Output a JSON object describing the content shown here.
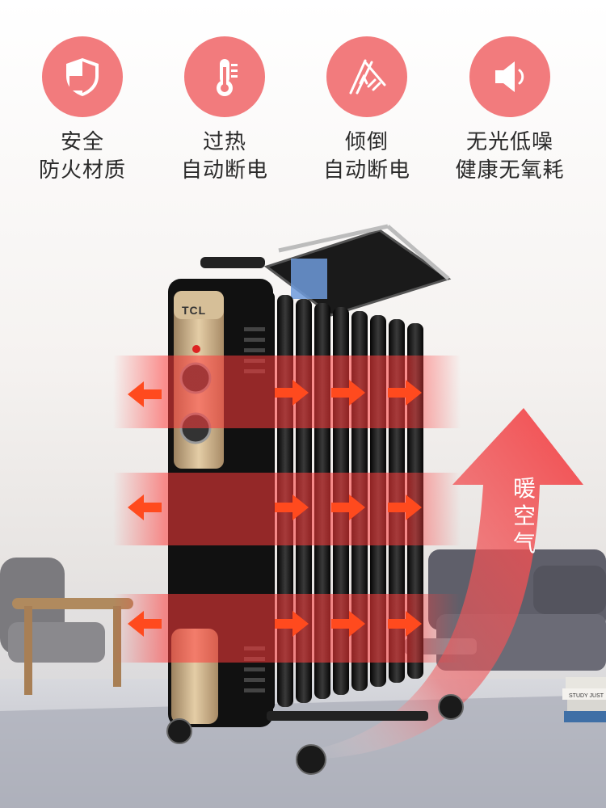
{
  "features": [
    {
      "icon": "shield-icon",
      "line1": "安全",
      "line2": "防火材质"
    },
    {
      "icon": "thermometer-icon",
      "line1": "过热",
      "line2": "自动断电"
    },
    {
      "icon": "tilt-icon",
      "line1": "倾倒",
      "line2": "自动断电"
    },
    {
      "icon": "speaker-icon",
      "line1": "无光低噪",
      "line2": "健康无氧耗"
    }
  ],
  "brand": "TCL",
  "warm_air_label": "暖空气",
  "book_text": "STUDY JUST",
  "colors": {
    "accent": "#f27b7d",
    "arrow": "#ff4a1e",
    "heater": "#111111",
    "panel": "#c8ab7f"
  }
}
